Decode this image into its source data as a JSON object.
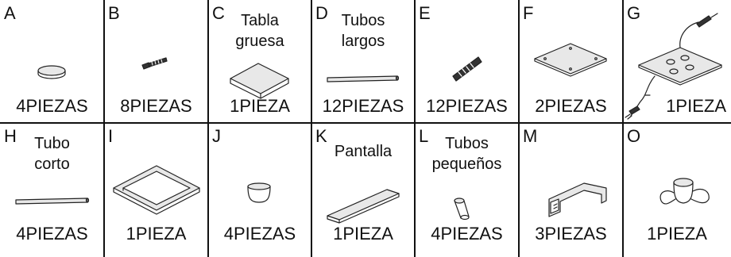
{
  "parts": [
    {
      "letter": "A",
      "name": [],
      "qty": "4PIEZAS",
      "icon": "round-cap-icon"
    },
    {
      "letter": "B",
      "name": [],
      "qty": "8PIEZAS",
      "icon": "screw-icon"
    },
    {
      "letter": "C",
      "name": [
        "Tabla",
        "gruesa"
      ],
      "qty": "1PIEZA",
      "icon": "thick-board-icon"
    },
    {
      "letter": "D",
      "name": [
        "Tubos",
        "largos"
      ],
      "qty": "12PIEZAS",
      "icon": "long-tube-icon"
    },
    {
      "letter": "E",
      "name": [],
      "qty": "12PIEZAS",
      "icon": "connector-icon"
    },
    {
      "letter": "F",
      "name": [],
      "qty": "2PIEZAS",
      "icon": "thin-board-icon"
    },
    {
      "letter": "G",
      "name": [],
      "qty": "1PIEZA",
      "icon": "plug-board-icon"
    },
    {
      "letter": "H",
      "name": [
        "Tubo",
        "corto"
      ],
      "qty": "4PIEZAS",
      "icon": "short-tube-icon"
    },
    {
      "letter": "I",
      "name": [],
      "qty": "1PIEZA",
      "icon": "frame-icon"
    },
    {
      "letter": "J",
      "name": [],
      "qty": "4PIEZAS",
      "icon": "cup-icon"
    },
    {
      "letter": "K",
      "name": [
        "Pantalla"
      ],
      "qty": "1PIEZA",
      "icon": "panel-icon"
    },
    {
      "letter": "L",
      "name": [
        "Tubos",
        "pequeños"
      ],
      "qty": "4PIEZAS",
      "icon": "small-tube-icon"
    },
    {
      "letter": "M",
      "name": [],
      "qty": "3PIEZAS",
      "icon": "bracket-icon"
    },
    {
      "letter": "O",
      "name": [],
      "qty": "1PIEZA",
      "icon": "lamp-holder-icon"
    }
  ]
}
